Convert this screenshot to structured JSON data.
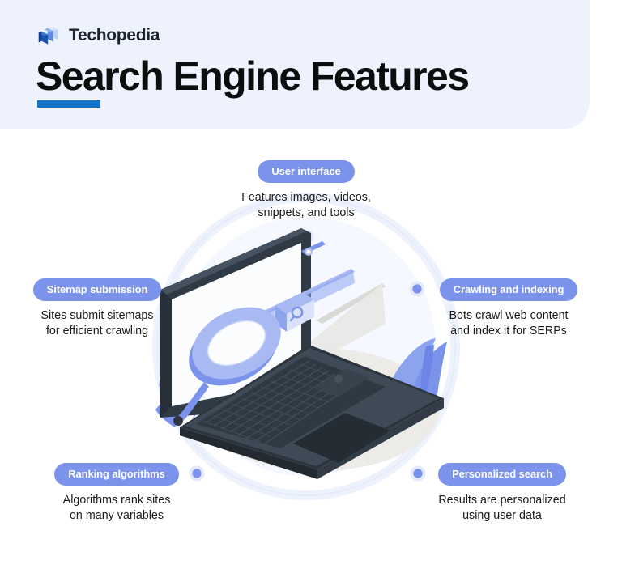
{
  "header": {
    "brand_name": "Techopedia",
    "logo_icon": "techopedia-stacked-blocks-logo",
    "title": "Search Engine Features"
  },
  "theme": {
    "header_bg": "#EDF2FD",
    "accent_bar": "#1273C9",
    "pill_bg": "#7B93EB",
    "pill_text": "#FFFFFF",
    "body_text": "#1A1A1A",
    "title_text": "#0C0D0F",
    "laptop_dark": "#39444F",
    "laptop_mid": "#4A5662",
    "illustration_blue": "#7B93EB",
    "illustration_light_blue": "#A9BAF2",
    "orbit_ring": "#EDF1FC",
    "node_dot": "#7B93EB",
    "shadow_grey": "#E8E8E6"
  },
  "illustration": {
    "name": "isometric-laptop-with-magnifying-glass-and-search-bar",
    "elements": [
      "laptop",
      "search-bar",
      "magnifying-glass",
      "search-icon-tile",
      "leaf-decoration-left",
      "leaf-decoration-right",
      "floor-shadow"
    ]
  },
  "nodes": [
    {
      "id": "user-interface",
      "label": "User interface",
      "description": "Features images, videos,\nsnippets, and tools",
      "position": "top"
    },
    {
      "id": "sitemap-submission",
      "label": "Sitemap submission",
      "description": "Sites submit sitemaps\nfor efficient crawling",
      "position": "left-upper"
    },
    {
      "id": "crawling-and-indexing",
      "label": "Crawling and indexing",
      "description": "Bots crawl web content\nand index it for SERPs",
      "position": "right-upper"
    },
    {
      "id": "ranking-algorithms",
      "label": "Ranking algorithms",
      "description": "Algorithms rank sites\non many variables",
      "position": "left-lower"
    },
    {
      "id": "personalized-search",
      "label": "Personalized search",
      "description": "Results are personalized\nusing user data",
      "position": "right-lower"
    }
  ]
}
